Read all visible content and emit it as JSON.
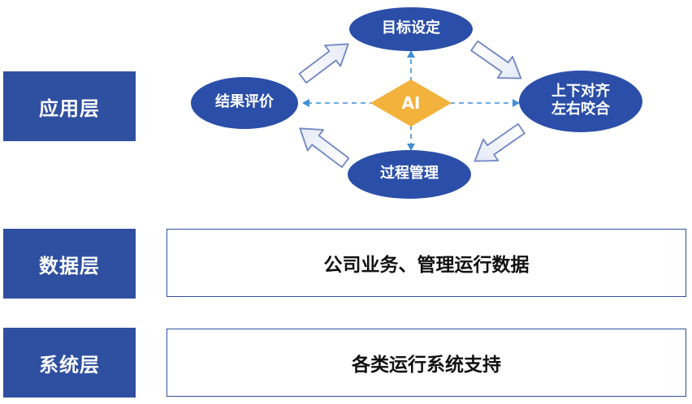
{
  "layers": {
    "application": "应用层",
    "data": "数据层",
    "system": "系统层"
  },
  "cycle": {
    "goal": "目标设定",
    "align": "上下对齐\n左右咬合",
    "process": "过程管理",
    "evaluation": "结果评价",
    "center": "AI"
  },
  "boxes": {
    "data": "公司业务、管理运行数据",
    "system": "各类运行系统支持"
  },
  "colors": {
    "layer_blue": "#2f4fa0",
    "ellipse_blue": "#2b4fa8",
    "ai_orange": "#f2b23c",
    "arrow_outline": "#6f86c2",
    "dashed_line": "#3f8fd6"
  }
}
